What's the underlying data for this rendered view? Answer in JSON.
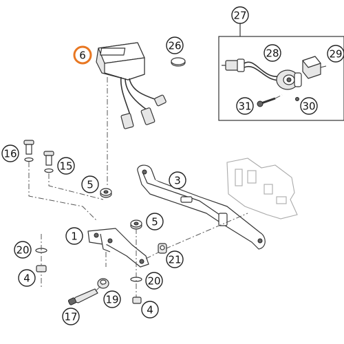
{
  "callouts": [
    {
      "id": "6",
      "label": "6",
      "highlight": true
    },
    {
      "id": "26",
      "label": "26"
    },
    {
      "id": "27",
      "label": "27"
    },
    {
      "id": "28",
      "label": "28"
    },
    {
      "id": "29",
      "label": "29"
    },
    {
      "id": "31",
      "label": "31"
    },
    {
      "id": "30",
      "label": "30"
    },
    {
      "id": "16",
      "label": "16"
    },
    {
      "id": "15",
      "label": "15"
    },
    {
      "id": "5a",
      "label": "5"
    },
    {
      "id": "3",
      "label": "3"
    },
    {
      "id": "5b",
      "label": "5"
    },
    {
      "id": "1",
      "label": "1"
    },
    {
      "id": "20a",
      "label": "20"
    },
    {
      "id": "21",
      "label": "21"
    },
    {
      "id": "4a",
      "label": "4"
    },
    {
      "id": "20b",
      "label": "20"
    },
    {
      "id": "19",
      "label": "19"
    },
    {
      "id": "4b",
      "label": "4"
    },
    {
      "id": "17",
      "label": "17"
    }
  ],
  "highlight_color": "#e87722"
}
